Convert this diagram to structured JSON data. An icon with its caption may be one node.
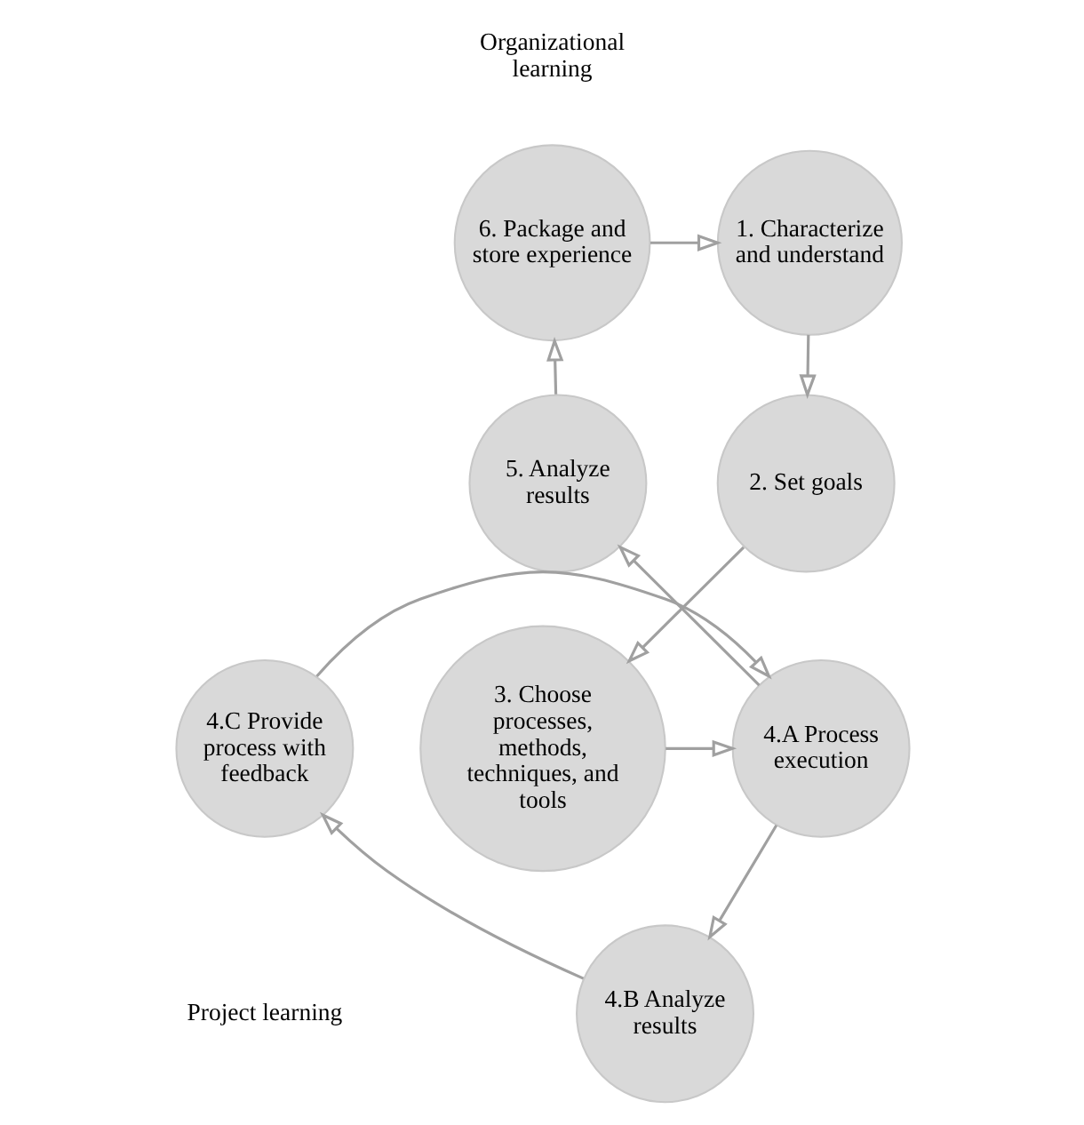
{
  "diagram": {
    "nodes": [
      {
        "text": [
          "6. Package and store experience"
        ]
      },
      {
        "text": [
          "1. Characterize and understand"
        ]
      },
      {
        "text": [
          "5. Analyze results"
        ]
      },
      {
        "text": [
          "2. Set goals"
        ]
      },
      {
        "text": [
          "4.A Process execution"
        ]
      },
      {
        "text": [
          "3. Choose processes, methods, techniques, and tools"
        ]
      },
      {
        "text": [
          "4.C Provide process with feedback"
        ]
      },
      {
        "text": [
          "4.B Analyze results"
        ]
      }
    ],
    "edges": [
      {
        "from": 0,
        "to": 1,
        "arrow": "to"
      },
      {
        "from": 1,
        "to": 3,
        "arrow": "to"
      },
      {
        "from": 3,
        "to": 5,
        "arrow": "to"
      },
      {
        "from": 5,
        "to": 4,
        "arrow": "to"
      },
      {
        "from": 4,
        "to": 7,
        "arrow": "to"
      },
      {
        "from": 7,
        "to": 6,
        "arrow": "to"
      },
      {
        "from": 6,
        "to": 4,
        "arrow": "to"
      },
      {
        "from": 4,
        "to": 2,
        "arrow": "to"
      },
      {
        "from": 2,
        "to": 0,
        "arrow": "to"
      }
    ],
    "labels": [
      "Organizational learning",
      "Project learning"
    ]
  }
}
